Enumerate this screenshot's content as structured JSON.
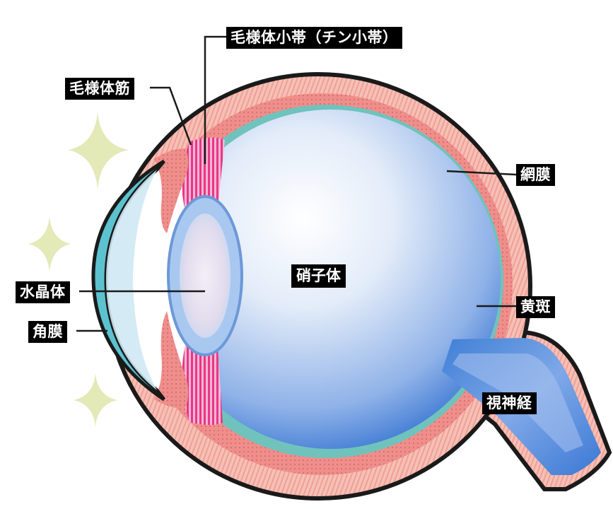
{
  "labels": {
    "zonule": "毛様体小帯（チン小帯）",
    "ciliary_muscle": "毛様体筋",
    "retina": "網膜",
    "vitreous": "硝子体",
    "lens": "水晶体",
    "macula": "黄斑",
    "cornea": "角膜",
    "optic_nerve": "視神経"
  },
  "colors": {
    "outline": "#1a1a1a",
    "sclera": "#f4b3a8",
    "choroid": "#ee8e8c",
    "retina": "#6fc3bc",
    "vitreous_light": "#ffffff",
    "vitreous_dark": "#2f6fd0",
    "cornea": "#5cc2cf",
    "lens": "#a8c8f0",
    "ciliary": "#e8368a",
    "sparkle": "#e4e9b8",
    "label_bg": "#000000",
    "label_text": "#ffffff"
  }
}
